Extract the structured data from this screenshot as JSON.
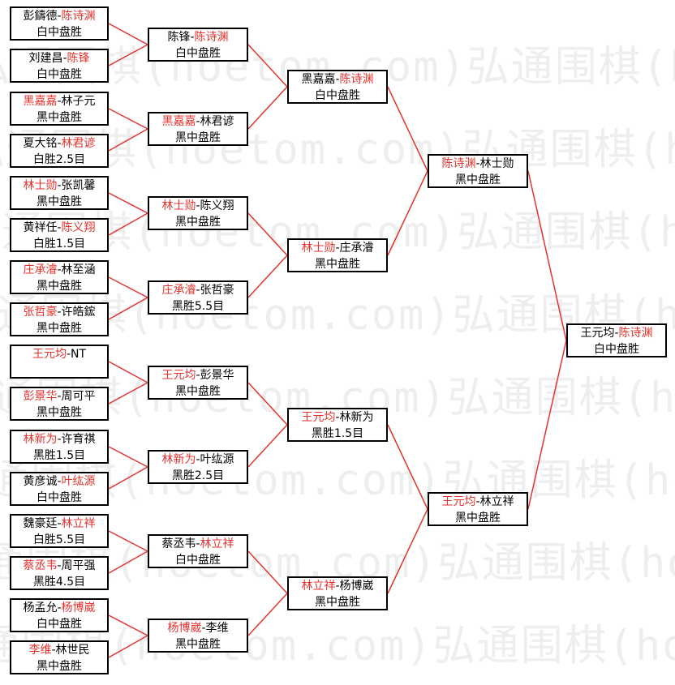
{
  "watermark": {
    "text": "弘通围棋(hoetom.com)弘通围棋(hoetom.com)弘通围棋"
  },
  "colors": {
    "winner_name": "#e5322d",
    "connector": "#e5322d",
    "border": "#000000"
  },
  "round1": [
    {
      "p1": "彭鑄德",
      "p2": "陈诗渊",
      "winner": 2,
      "result": "白中盘胜"
    },
    {
      "p1": "刘建昌",
      "p2": "陈锋",
      "winner": 2,
      "result": "白中盘胜"
    },
    {
      "p1": "黑嘉嘉",
      "p2": "林子元",
      "winner": 1,
      "result": "黑中盘胜"
    },
    {
      "p1": "夏大铭",
      "p2": "林君谚",
      "winner": 2,
      "result": "白胜2.5目"
    },
    {
      "p1": "林士勋",
      "p2": "张凯馨",
      "winner": 1,
      "result": "黑中盘胜"
    },
    {
      "p1": "黄祥任",
      "p2": "陈义翔",
      "winner": 2,
      "result": "白胜1.5目"
    },
    {
      "p1": "庄承濬",
      "p2": "林至涵",
      "winner": 1,
      "result": "黑中盘胜"
    },
    {
      "p1": "张哲豪",
      "p2": "许皓鋐",
      "winner": 1,
      "result": "黑中盘胜"
    },
    {
      "p1": "王元均",
      "p2": "NT",
      "winner": 1,
      "result": ""
    },
    {
      "p1": "彭景华",
      "p2": "周可平",
      "winner": 1,
      "result": "黑中盘胜"
    },
    {
      "p1": "林新为",
      "p2": "许育祺",
      "winner": 1,
      "result": "黑胜1.5目"
    },
    {
      "p1": "黄彦诚",
      "p2": "叶纮源",
      "winner": 2,
      "result": "白中盘胜"
    },
    {
      "p1": "魏豪廷",
      "p2": "林立祥",
      "winner": 2,
      "result": "白胜5.5目"
    },
    {
      "p1": "蔡丞韦",
      "p2": "周平强",
      "winner": 1,
      "result": "黑胜4.5目"
    },
    {
      "p1": "杨孟允",
      "p2": "杨博崴",
      "winner": 2,
      "result": "白中盘胜"
    },
    {
      "p1": "李维",
      "p2": "林世民",
      "winner": 1,
      "result": "黑中盘胜"
    }
  ],
  "round2": [
    {
      "p1": "陈锋",
      "p2": "陈诗渊",
      "winner": 2,
      "result": "白中盘胜"
    },
    {
      "p1": "黑嘉嘉",
      "p2": "林君谚",
      "winner": 1,
      "result": "黑中盘胜"
    },
    {
      "p1": "林士勋",
      "p2": "陈义翔",
      "winner": 1,
      "result": "黑中盘胜"
    },
    {
      "p1": "庄承濬",
      "p2": "张哲豪",
      "winner": 1,
      "result": "黑胜5.5目"
    },
    {
      "p1": "王元均",
      "p2": "彭景华",
      "winner": 1,
      "result": "黑中盘胜"
    },
    {
      "p1": "林新为",
      "p2": "叶纮源",
      "winner": 1,
      "result": "黑胜2.5目"
    },
    {
      "p1": "蔡丞韦",
      "p2": "林立祥",
      "winner": 2,
      "result": "白中盘胜"
    },
    {
      "p1": "杨博崴",
      "p2": "李维",
      "winner": 1,
      "result": "黑中盘胜"
    }
  ],
  "round3": [
    {
      "p1": "黑嘉嘉",
      "p2": "陈诗渊",
      "winner": 2,
      "result": "白中盘胜"
    },
    {
      "p1": "林士勋",
      "p2": "庄承濬",
      "winner": 1,
      "result": "黑中盘胜"
    },
    {
      "p1": "王元均",
      "p2": "林新为",
      "winner": 1,
      "result": "黑胜1.5目"
    },
    {
      "p1": "林立祥",
      "p2": "杨博崴",
      "winner": 1,
      "result": "黑中盘胜"
    }
  ],
  "round4": [
    {
      "p1": "陈诗渊",
      "p2": "林士勋",
      "winner": 1,
      "result": "黑中盘胜"
    },
    {
      "p1": "王元均",
      "p2": "林立祥",
      "winner": 1,
      "result": "黑中盘胜"
    }
  ],
  "final": [
    {
      "p1": "王元均",
      "p2": "陈诗渊",
      "winner": 2,
      "result": "白中盘胜"
    }
  ]
}
